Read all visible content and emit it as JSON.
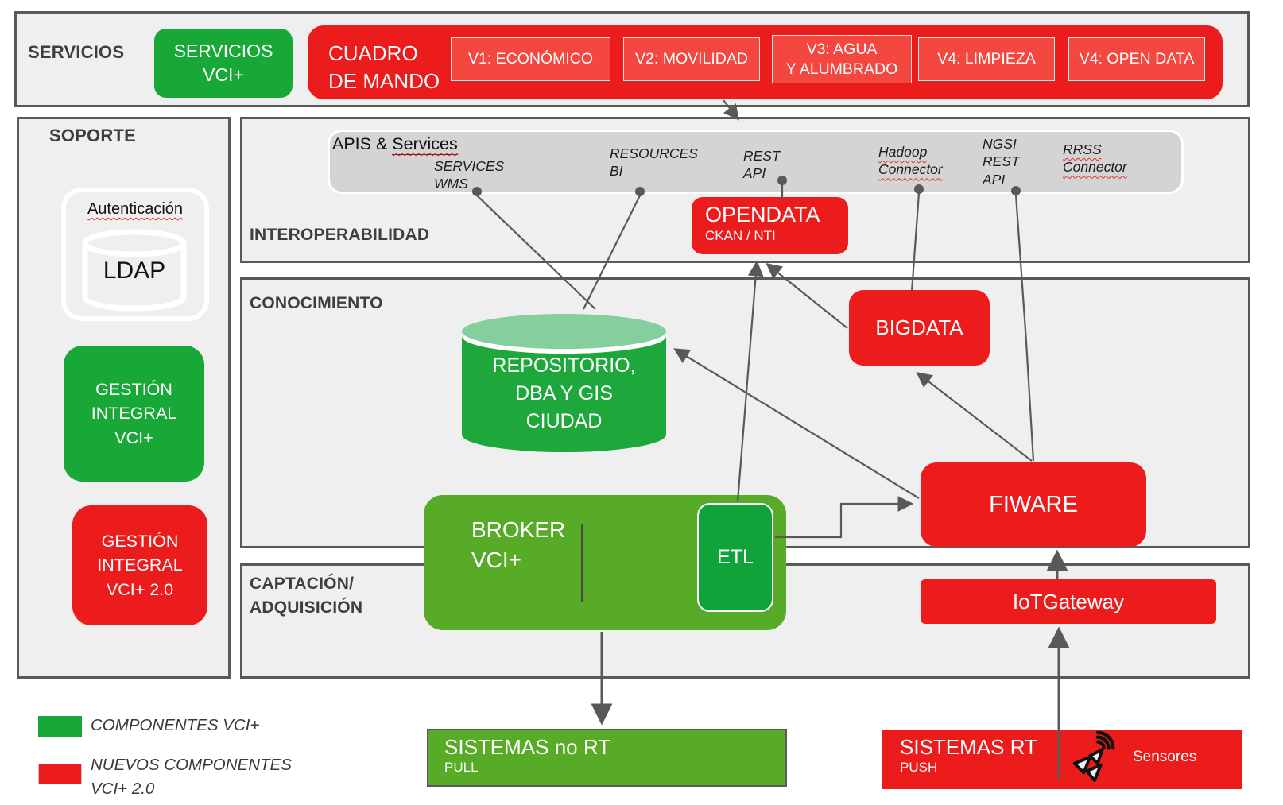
{
  "colors": {
    "red": "#ed1c1c",
    "red_light": "#f4473f",
    "green": "#18a838",
    "green_light_top": "#84cf9d",
    "green_broker": "#58ab27",
    "section_bg": "#efefef",
    "section_border": "#58595b",
    "connector": "#595959"
  },
  "sections": {
    "servicios": {
      "label": "SERVICIOS"
    },
    "soporte": {
      "label": "SOPORTE"
    },
    "interoperabilidad": {
      "label": "INTEROPERABILIDAD"
    },
    "conocimiento": {
      "label": "CONOCIMIENTO"
    },
    "captacion": {
      "label": "CAPTACIÓN/\nADQUISICIÓN"
    }
  },
  "servicios_vci": {
    "label": "SERVICIOS\nVCI+"
  },
  "cuadro": {
    "label": "CUADRO\nDE MANDO",
    "items": [
      {
        "label": "V1: ECONÓMICO"
      },
      {
        "label": "V2: MOVILIDAD"
      },
      {
        "label": "V3: AGUA\nY ALUMBRADO"
      },
      {
        "label": "V4: LIMPIEZA"
      },
      {
        "label": "V4: OPEN DATA"
      }
    ]
  },
  "auth": {
    "label": "Autenticación",
    "db": "LDAP"
  },
  "gestion_vci": {
    "label": "GESTIÓN\nINTEGRAL\nVCI+"
  },
  "gestion_vci2": {
    "label": "GESTIÓN\nINTEGRAL\nVCI+ 2.0"
  },
  "apis": {
    "title_prefix": "APIS & ",
    "title_word": "Services",
    "endpoints": [
      {
        "label": "SERVICES\nWMS"
      },
      {
        "label": "RESOURCES\nBI"
      },
      {
        "label": "REST\nAPI"
      },
      {
        "label": "Hadoop\nConnector"
      },
      {
        "label": "NGSI\nREST\nAPI"
      },
      {
        "label": "RRSS\nConnector"
      }
    ]
  },
  "opendata": {
    "title": "OPENDATA",
    "subtitle": "CKAN / NTI"
  },
  "repositorio": {
    "label": "REPOSITORIO,\nDBA Y GIS\nCIUDAD"
  },
  "bigdata": {
    "label": "BIGDATA"
  },
  "fiware": {
    "label": "FIWARE"
  },
  "broker": {
    "label": "BROKER\nVCI+",
    "etl": "ETL"
  },
  "iotgateway": {
    "label": "IoTGateway"
  },
  "sistemas_no_rt": {
    "title": "SISTEMAS no RT",
    "subtitle": "PULL"
  },
  "sistemas_rt": {
    "title": "SISTEMAS RT",
    "subtitle": "PUSH",
    "sensors_label": "Sensores"
  },
  "legend": {
    "items": [
      {
        "label": "COMPONENTES VCI+"
      },
      {
        "label": "NUEVOS COMPONENTES\nVCI+ 2.0"
      }
    ]
  }
}
